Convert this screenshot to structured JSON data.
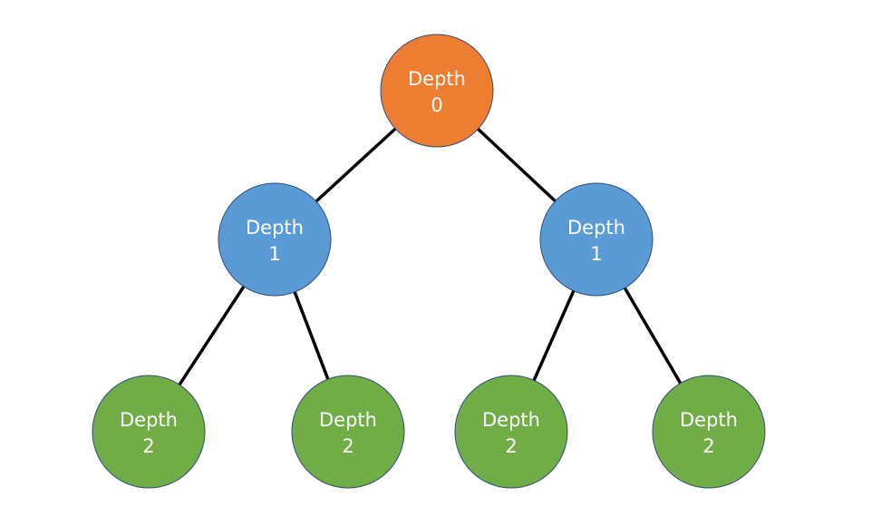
{
  "colors": {
    "depth_0": "#ed7d31",
    "depth_1": "#5b9bd5",
    "depth_2": "#70ad47",
    "edge": "#000000",
    "node_text": "#ffffff"
  },
  "tree": {
    "nodes": [
      {
        "id": "n0",
        "depth": 0,
        "line1": "Depth",
        "line2": "0"
      },
      {
        "id": "n1",
        "depth": 1,
        "line1": "Depth",
        "line2": "1"
      },
      {
        "id": "n2",
        "depth": 1,
        "line1": "Depth",
        "line2": "1"
      },
      {
        "id": "n3",
        "depth": 2,
        "line1": "Depth",
        "line2": "2"
      },
      {
        "id": "n4",
        "depth": 2,
        "line1": "Depth",
        "line2": "2"
      },
      {
        "id": "n5",
        "depth": 2,
        "line1": "Depth",
        "line2": "2"
      },
      {
        "id": "n6",
        "depth": 2,
        "line1": "Depth",
        "line2": "2"
      }
    ],
    "edges": [
      {
        "from": "n0",
        "to": "n1"
      },
      {
        "from": "n0",
        "to": "n2"
      },
      {
        "from": "n1",
        "to": "n3"
      },
      {
        "from": "n1",
        "to": "n4"
      },
      {
        "from": "n2",
        "to": "n5"
      },
      {
        "from": "n2",
        "to": "n6"
      }
    ]
  }
}
